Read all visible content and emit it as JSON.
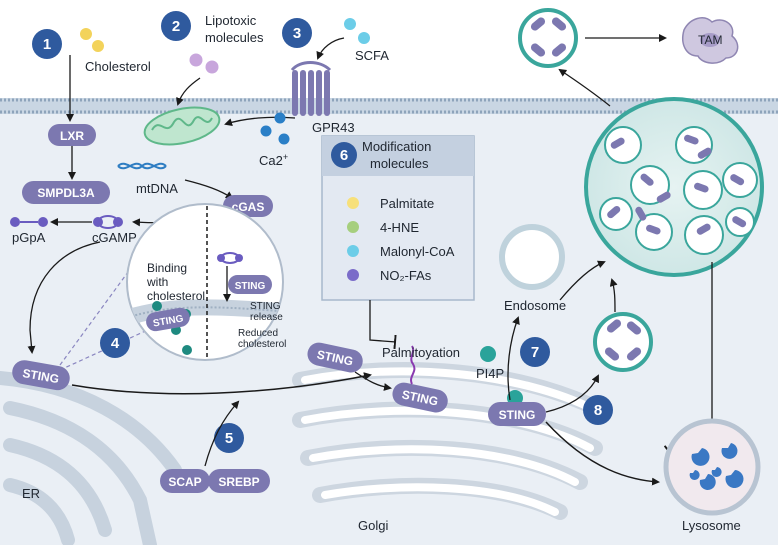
{
  "steps": [
    "1",
    "2",
    "3",
    "4",
    "5",
    "6",
    "7",
    "8"
  ],
  "labels": {
    "cholesterol": "Cholesterol",
    "lipotoxic_line1": "Lipotoxic",
    "lipotoxic_line2": "molecules",
    "scfa": "SCFA",
    "gpr43": "GPR43",
    "ca2": "Ca2",
    "ca2_sup": "+",
    "mtdna": "mtDNA",
    "pgpa": "pGpA",
    "cgamp": "cGAMP",
    "binding_line1": "Binding",
    "binding_line2": "with",
    "binding_line3": "cholesterol",
    "sting_release_line1": "STING",
    "sting_release_line2": "release",
    "reduced_line1": "Reduced",
    "reduced_line2": "cholesterol",
    "palmitoyation": "Palmitoyation",
    "pi4p": "PI4P",
    "endosome": "Endosome",
    "er": "ER",
    "golgi": "Golgi",
    "lysosome": "Lysosome",
    "tam": "TAM"
  },
  "pills": {
    "lxr": "LXR",
    "smpdl3a": "SMPDL3A",
    "cgas": "cGAS",
    "sting": "STING",
    "scap": "SCAP",
    "srebp": "SREBP"
  },
  "modification_box": {
    "title_line1": "Modification",
    "title_line2": "molecules",
    "items": [
      {
        "label": "Palmitate",
        "color": "#f7e07a"
      },
      {
        "label": "4-HNE",
        "color": "#a6cf7e"
      },
      {
        "label": "Malonyl-CoA",
        "color": "#6ccde8"
      },
      {
        "label": "NO₂-FAs",
        "color": "#7b6cc9"
      }
    ]
  },
  "colors": {
    "pill": "#7c78b0",
    "step_circle": "#2f5a9e",
    "membrane": "#aec0d2",
    "teal": "#2aa39a",
    "cytoplasm": "#eef2f7",
    "organelle": "#d7dfe8",
    "arrow": "#1a1a1a"
  }
}
